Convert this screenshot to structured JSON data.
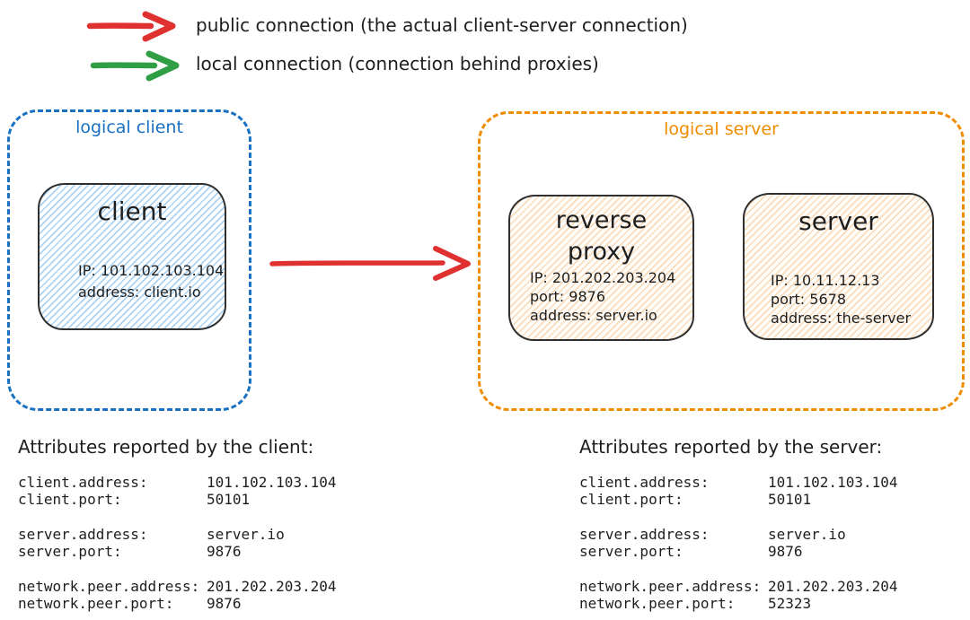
{
  "colors": {
    "public_connection": "#e03131",
    "local_connection": "#2f9e44",
    "logical_client_border": "#1971c2",
    "logical_server_border": "#f08c00",
    "ink": "#1e1e1e",
    "client_fill": "#d9ecfb",
    "server_fill": "#f8e3c9"
  },
  "legend": {
    "items": [
      {
        "label": "public connection (the actual client-server connection)",
        "color": "#e03131"
      },
      {
        "label": "local connection (connection behind proxies)",
        "color": "#2f9e44"
      }
    ]
  },
  "diagram": {
    "logical_client": {
      "label": "logical client",
      "client_node": {
        "title": "client",
        "lines": [
          "IP: 101.102.103.104",
          "address: client.io"
        ]
      }
    },
    "logical_server": {
      "label": "logical server",
      "reverse_proxy_node": {
        "title": "reverse proxy",
        "lines": [
          "IP: 201.202.203.204",
          "port: 9876",
          "address: server.io"
        ]
      },
      "server_node": {
        "title": "server",
        "lines": [
          "IP: 10.11.12.13",
          "port: 5678",
          "address: the-server"
        ]
      }
    }
  },
  "attributes_client": {
    "title": "Attributes reported by the client:",
    "groups": [
      {
        "rows": [
          {
            "key": "client.address:",
            "value": "101.102.103.104"
          },
          {
            "key": "client.port:",
            "value": "50101"
          }
        ]
      },
      {
        "rows": [
          {
            "key": "server.address:",
            "value": "server.io"
          },
          {
            "key": "server.port:",
            "value": "9876"
          }
        ]
      },
      {
        "rows": [
          {
            "key": "network.peer.address:",
            "value": "201.202.203.204"
          },
          {
            "key": "network.peer.port:",
            "value": "9876"
          }
        ]
      }
    ]
  },
  "attributes_server": {
    "title": "Attributes reported by the server:",
    "groups": [
      {
        "rows": [
          {
            "key": "client.address:",
            "value": "101.102.103.104"
          },
          {
            "key": "client.port:",
            "value": "50101"
          }
        ]
      },
      {
        "rows": [
          {
            "key": "server.address:",
            "value": "server.io"
          },
          {
            "key": "server.port:",
            "value": "9876"
          }
        ]
      },
      {
        "rows": [
          {
            "key": "network.peer.address:",
            "value": "201.202.203.204"
          },
          {
            "key": "network.peer.port:",
            "value": "52323"
          }
        ]
      }
    ]
  }
}
